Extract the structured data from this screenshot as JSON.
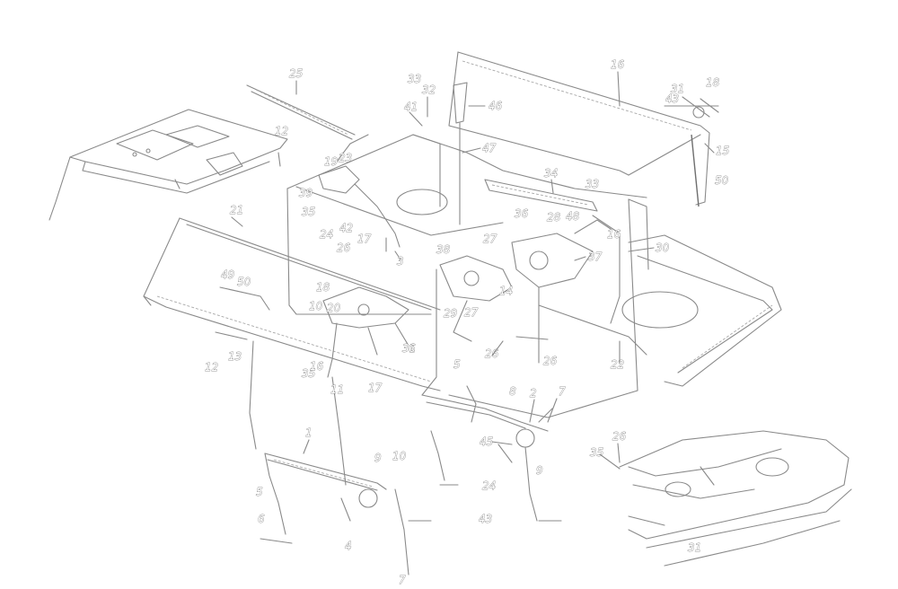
{
  "callouts": {
    "c25": "25",
    "c32a": "32",
    "c33a": "33",
    "c41": "41",
    "c46": "46",
    "c47": "47",
    "c16a": "16",
    "c31a": "31",
    "c18a": "18",
    "c43a": "43",
    "c15a": "15",
    "c50a": "50",
    "c12a": "12",
    "c19": "19",
    "c23": "23",
    "c39": "39",
    "c35a": "35",
    "c24a": "24",
    "c42": "42",
    "c17a": "17",
    "c3": "3",
    "c38": "38",
    "c34": "34",
    "c33b": "33",
    "c27a": "27",
    "c28": "28",
    "c36": "36",
    "c21": "21",
    "c26a": "26",
    "c48": "48",
    "c37": "37",
    "c30": "30",
    "c49": "49",
    "c50b": "50",
    "c18b": "18",
    "c10a": "10",
    "c20": "20",
    "c29": "29",
    "c27b": "27",
    "c31b": "31",
    "c12b": "12",
    "c13": "13",
    "c35b": "35",
    "c26b": "26",
    "c16b": "16",
    "c11": "11",
    "c17b": "17",
    "c6a": "6",
    "c8a": "8",
    "c2": "2",
    "c7a": "7",
    "c5a": "5",
    "c26c": "26",
    "c45": "45",
    "c24b": "24",
    "c43b": "43",
    "c9a": "9",
    "c1": "1",
    "c9b": "9",
    "c10b": "10",
    "c5b": "5",
    "c6b": "6",
    "c4": "4",
    "c7b": "7",
    "c35c": "35",
    "c26d": "26",
    "c31c": "31",
    "c22": "22",
    "c16c": "16",
    "c14": "14"
  },
  "colors": {
    "line": "#8a8a8a",
    "background": "#ffffff"
  }
}
